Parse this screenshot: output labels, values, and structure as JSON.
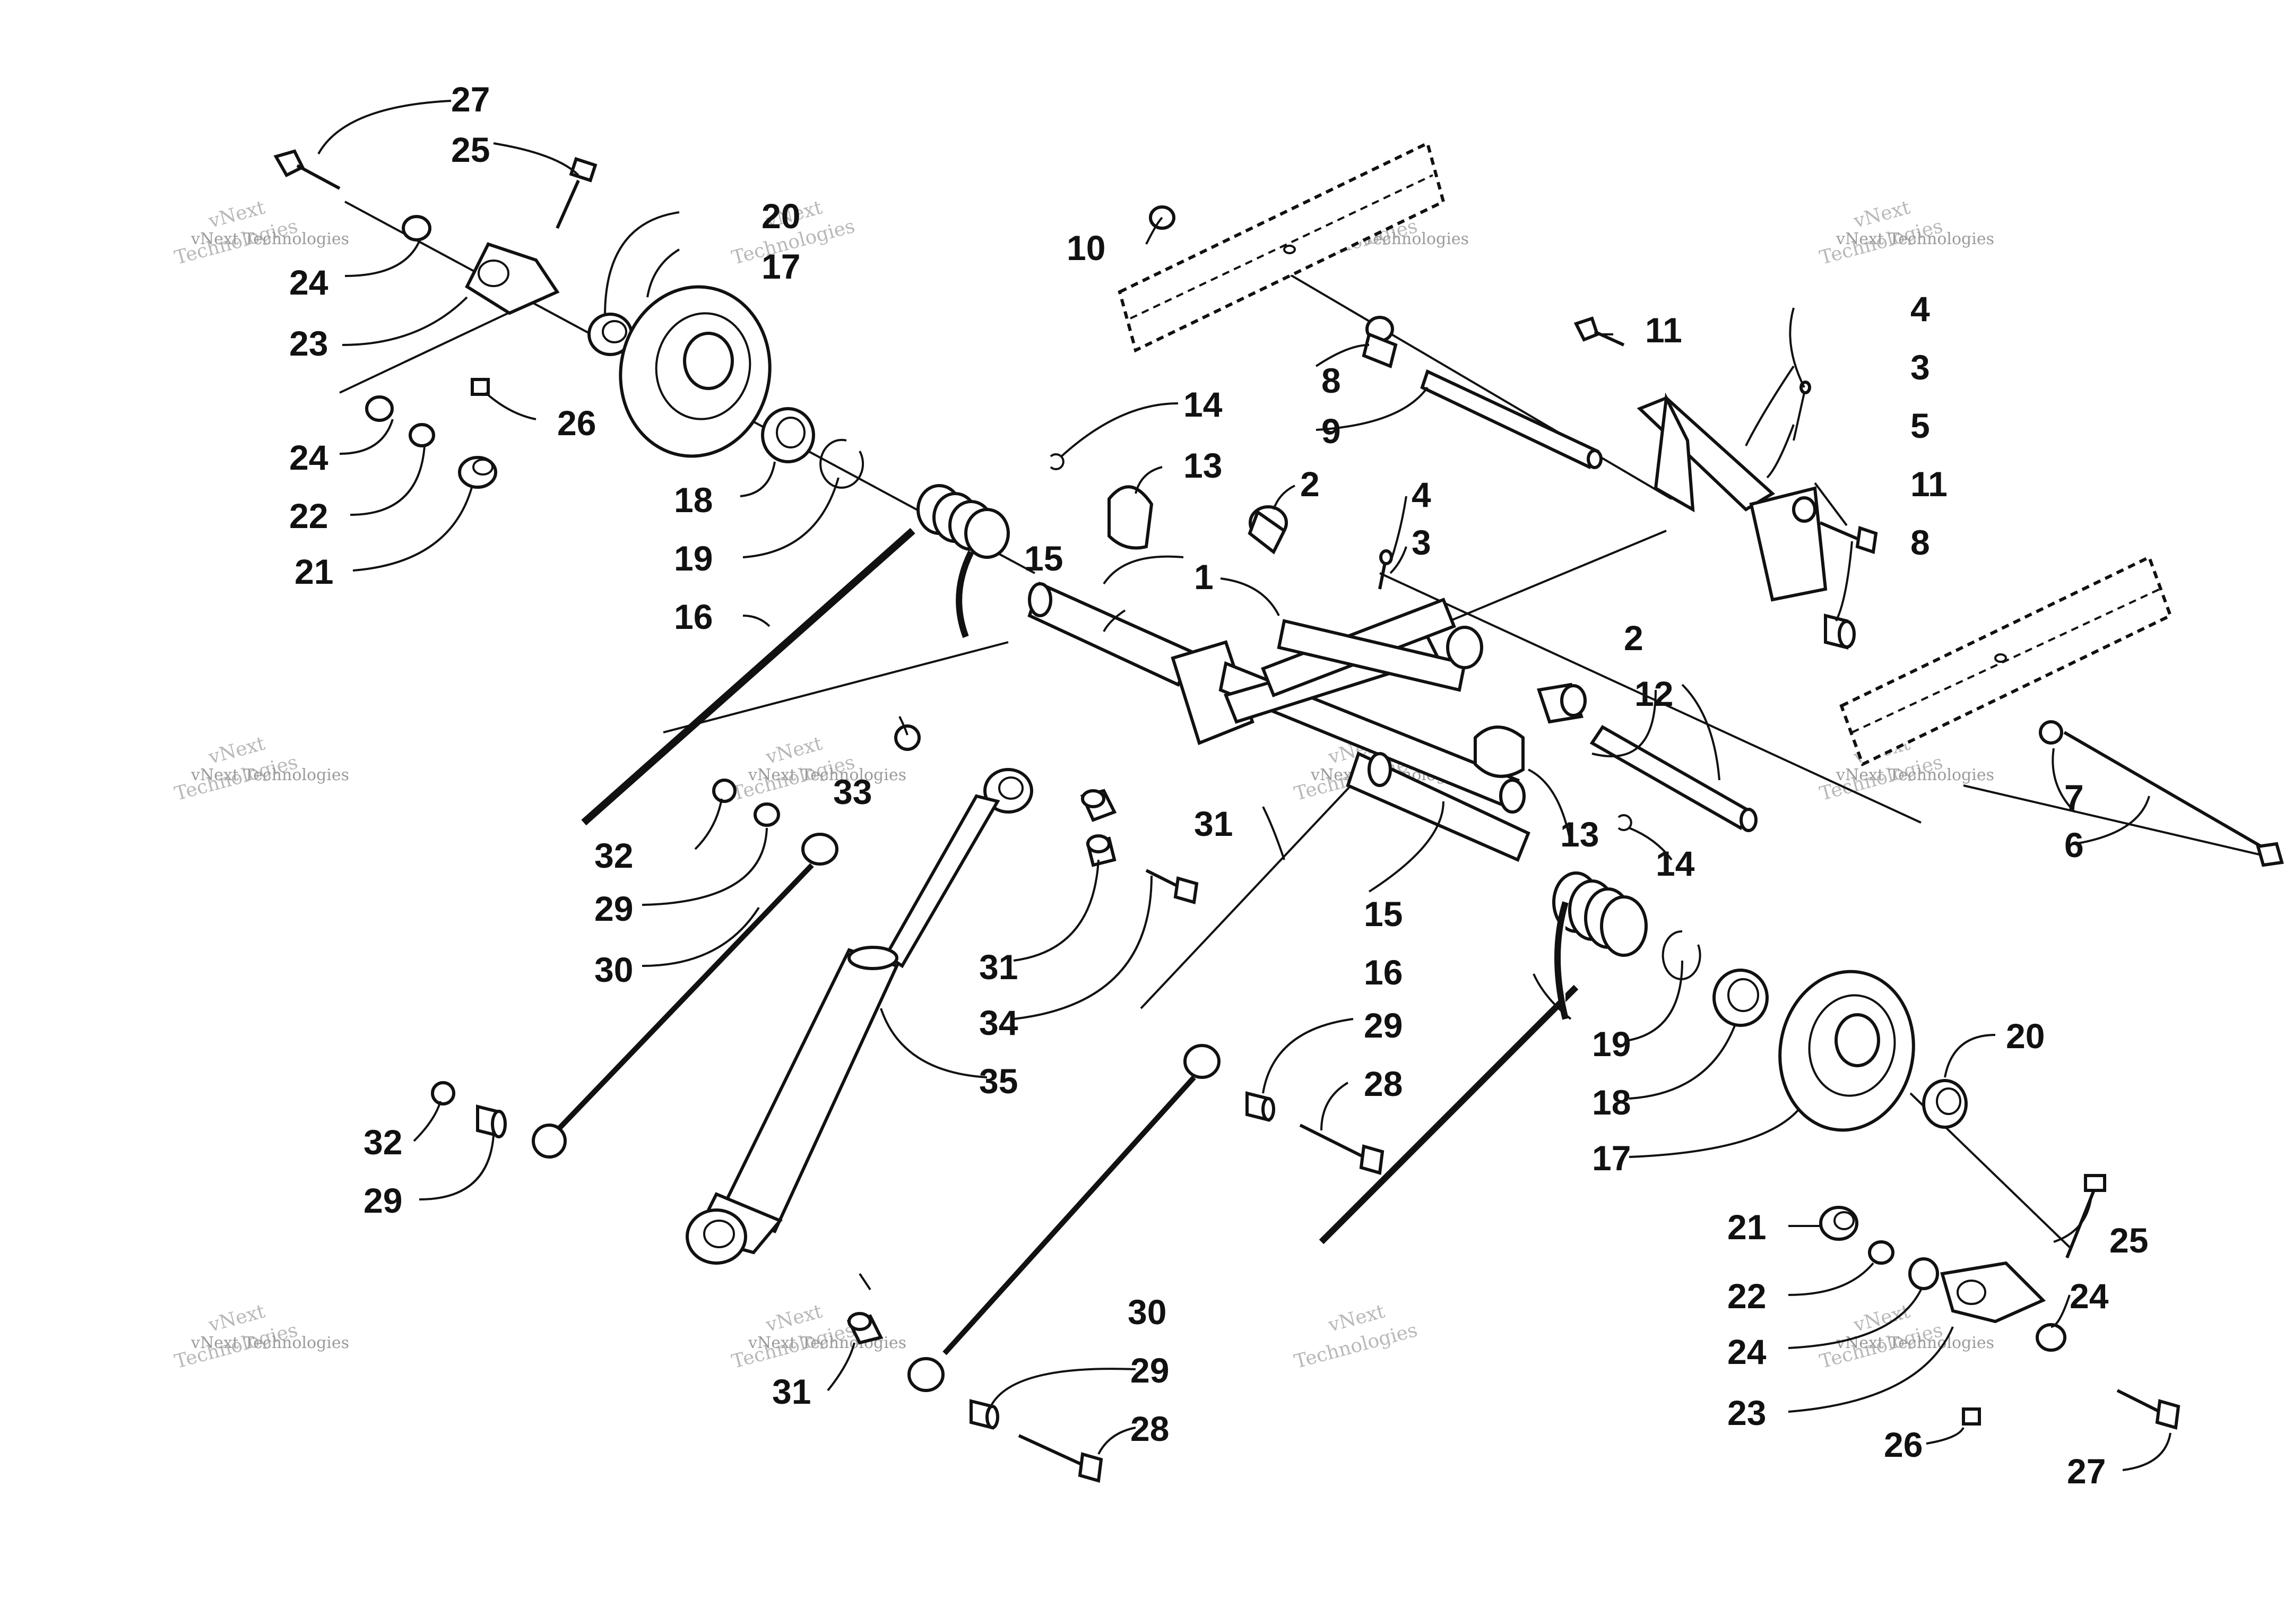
{
  "watermark": {
    "line1": "vNext",
    "line2": "Technologies",
    "line3": "vNext Technologies"
  },
  "callouts": {
    "c1": "1",
    "c2a": "2",
    "c2b": "2",
    "c3a": "3",
    "c3b": "3",
    "c4a": "4",
    "c4b": "4",
    "c5": "5",
    "c6": "6",
    "c7": "7",
    "c8a": "8",
    "c8b": "8",
    "c9": "9",
    "c10": "10",
    "c11a": "11",
    "c11b": "11",
    "c12": "12",
    "c13a": "13",
    "c13b": "13",
    "c14a": "14",
    "c14b": "14",
    "c15a": "15",
    "c15b": "15",
    "c16a": "16",
    "c16b": "16",
    "c17a": "17",
    "c17b": "17",
    "c18a": "18",
    "c18b": "18",
    "c19a": "19",
    "c19b": "19",
    "c20a": "20",
    "c20b": "20",
    "c21a": "21",
    "c21b": "21",
    "c22a": "22",
    "c22b": "22",
    "c23a": "23",
    "c23b": "23",
    "c24a": "24",
    "c24b": "24",
    "c24c": "24",
    "c24d": "24",
    "c25a": "25",
    "c25b": "25",
    "c26a": "26",
    "c26b": "26",
    "c27a": "27",
    "c27b": "27",
    "c28a": "28",
    "c28b": "28",
    "c29a": "29",
    "c29b": "29",
    "c29c": "29",
    "c29d": "29",
    "c30a": "30",
    "c30b": "30",
    "c31a": "31",
    "c31b": "31",
    "c31c": "31",
    "c32a": "32",
    "c32b": "32",
    "c33": "33",
    "c34": "34",
    "c35": "35"
  }
}
